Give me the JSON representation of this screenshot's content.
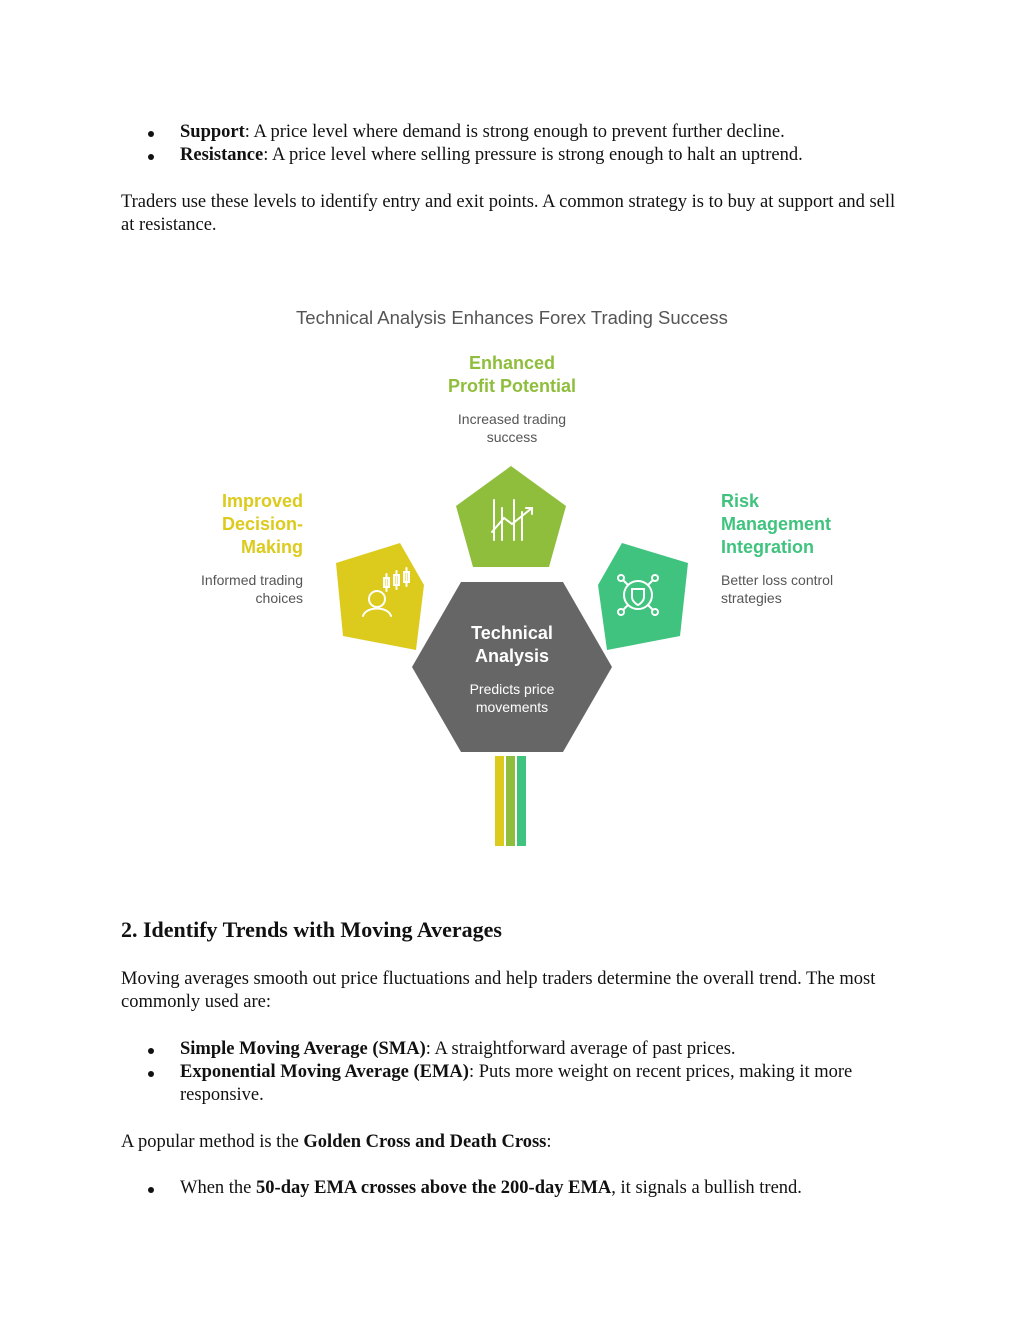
{
  "support_resistance": {
    "items": [
      {
        "term": "Support",
        "text": ": A price level where demand is strong enough to prevent further decline."
      },
      {
        "term": "Resistance",
        "text": ": A price level where selling pressure is strong enough to halt an uptrend."
      }
    ],
    "paragraph": "Traders use these levels to identify entry and exit points. A common strategy is to buy at support and sell at resistance."
  },
  "diagram": {
    "title": "Technical Analysis Enhances Forex Trading Success",
    "center": {
      "label_line1": "Technical",
      "label_line2": "Analysis",
      "desc_line1": "Predicts price",
      "desc_line2": "movements",
      "color": "#666666",
      "icon": ""
    },
    "top": {
      "label_line1": "Enhanced",
      "label_line2": "Profit Potential",
      "desc_line1": "Increased trading",
      "desc_line2": "success",
      "color": "#8fbe3c",
      "icon": "growth-chart-icon"
    },
    "left": {
      "label_line1": "Improved",
      "label_line2": "Decision-",
      "label_line3": "Making",
      "desc_line1": "Informed trading",
      "desc_line2": "choices",
      "color": "#dccb1c",
      "icon": "trader-candlestick-icon"
    },
    "right": {
      "label_line1": "Risk",
      "label_line2": "Management",
      "label_line3": "Integration",
      "desc_line1": "Better loss control",
      "desc_line2": "strategies",
      "color": "#3fc37e",
      "icon": "shield-network-icon"
    }
  },
  "section2": {
    "heading": "2. Identify Trends with Moving Averages",
    "intro": "Moving averages smooth out price fluctuations and help traders determine the overall trend. The most commonly used are:",
    "items": [
      {
        "term": "Simple Moving Average (SMA)",
        "text": ": A straightforward average of past prices."
      },
      {
        "term": "Exponential Moving Average (EMA)",
        "text": ": Puts more weight on recent prices, making it more responsive."
      }
    ],
    "method_prefix": "A popular method is the ",
    "method_term": "Golden Cross and Death Cross",
    "method_suffix": ":",
    "cross_items": [
      {
        "prefix": "When the ",
        "term": "50-day EMA crosses above the 200-day EMA",
        "suffix": ", it signals a bullish trend."
      }
    ]
  }
}
